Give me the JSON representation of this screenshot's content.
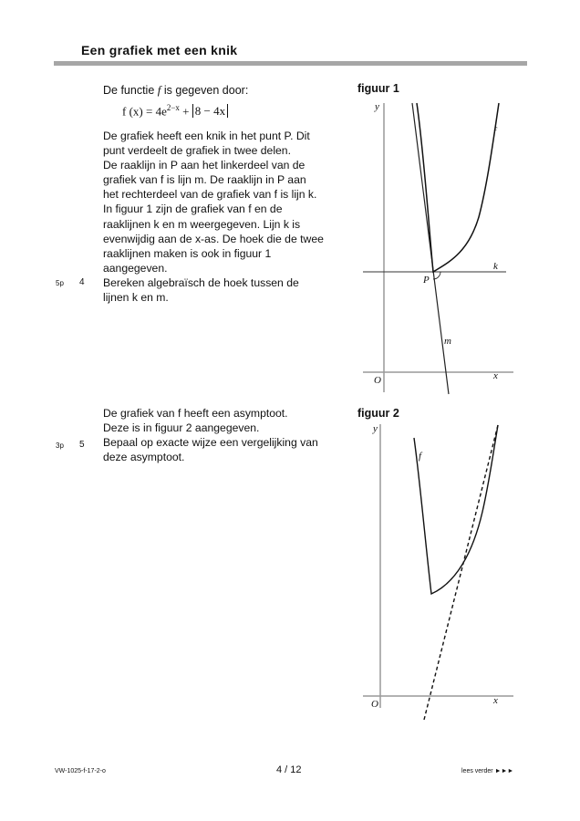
{
  "header": {
    "title": "Een grafiek met een knik"
  },
  "section1": {
    "intro": "De functie",
    "f": "f",
    "intro2": "is gegeven door:",
    "formula": {
      "lhs": "f (x) = 4e",
      "exp": "2−x",
      "plus": " + ",
      "abs": "8 − 4x"
    },
    "lines": [
      "De grafiek heeft een knik in het punt P. Dit",
      "punt verdeelt de grafiek in twee delen.",
      "De raaklijn in P aan het linkerdeel van de",
      "grafiek van f  is lijn m. De raaklijn in P aan",
      "het rechterdeel van de grafiek van f  is lijn k.",
      "In figuur 1 zijn de grafiek van f  en de",
      "raaklijnen k en m weergegeven. Lijn k is",
      "evenwijdig aan de x-as. De hoek die de twee",
      "raaklijnen maken is ook in figuur 1",
      "aangegeven."
    ],
    "question": {
      "points": "5p",
      "number": "4",
      "lines": [
        "Bereken algebraïsch de hoek tussen de",
        "lijnen k en m."
      ]
    }
  },
  "section2": {
    "lines": [
      "De grafiek van f  heeft een asymptoot.",
      "Deze is in figuur 2 aangegeven."
    ],
    "question": {
      "points": "3p",
      "number": "5",
      "lines": [
        "Bepaal op exacte wijze een vergelijking van",
        "deze asymptoot."
      ]
    }
  },
  "figure1": {
    "title": "figuur 1",
    "labels": {
      "y": "y",
      "x": "x",
      "origin": "O",
      "f": "f",
      "k": "k",
      "m": "m",
      "P": "P"
    }
  },
  "figure2": {
    "title": "figuur 2",
    "labels": {
      "y": "y",
      "x": "x",
      "origin": "O",
      "f": "f"
    }
  },
  "footer": {
    "code": "VW-1025-f-17-2-o",
    "page": "4 / 12",
    "next": "lees verder ►►►"
  }
}
